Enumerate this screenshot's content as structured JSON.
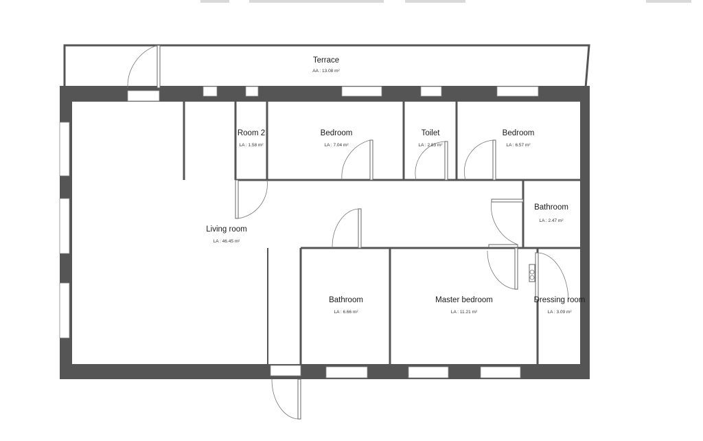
{
  "colors": {
    "wall": "#555555",
    "background": "#ffffff",
    "window": "#ffffff",
    "text": "#1a1a1a"
  },
  "rooms": {
    "terrace": {
      "name": "Terrace",
      "area": "AA : 13.08 m²"
    },
    "room2": {
      "name": "Room 2",
      "area": "LA : 1.58 m²"
    },
    "bedroom1": {
      "name": "Bedroom",
      "area": "LA : 7.04 m²"
    },
    "toilet": {
      "name": "Toilet",
      "area": "LA : 2.83 m²"
    },
    "bedroom2": {
      "name": "Bedroom",
      "area": "LA : 6.57 m²"
    },
    "bathroom_e": {
      "name": "Bathroom",
      "area": "LA : 2.47 m²"
    },
    "living": {
      "name": "Living room",
      "area": "LA : 46.45 m²"
    },
    "bathroom_s": {
      "name": "Bathroom",
      "area": "LA : 6.66 m²"
    },
    "master": {
      "name": "Master bedroom",
      "area": "LA : 11.21 m²"
    },
    "dressing": {
      "name": "Dressing room",
      "area": "LA : 3.09 m²"
    }
  }
}
